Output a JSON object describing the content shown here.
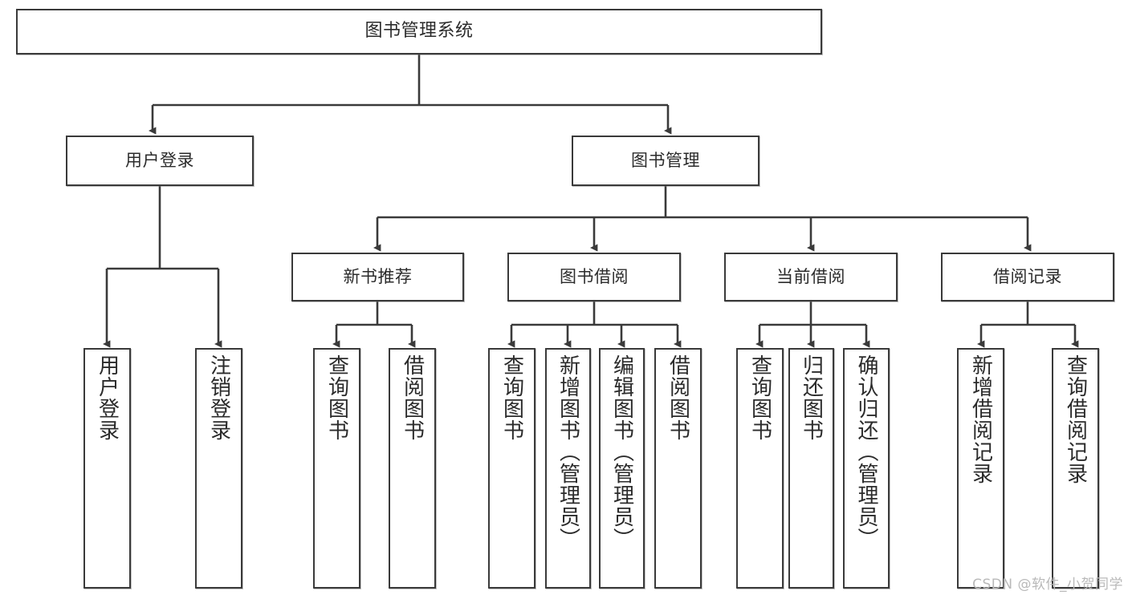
{
  "diagram": {
    "type": "tree",
    "title": "图书管理系统",
    "orientation": "top-down",
    "colors": {
      "box_border": "#3a3a3a",
      "box_fill": "#ffffff",
      "connector": "#3a3a3a",
      "text": "#2b2b2b",
      "watermark": "#b9b9b9"
    },
    "nodes": {
      "root": {
        "label": "图书管理系统"
      },
      "level2": [
        {
          "id": "user-login",
          "label": "用户登录"
        },
        {
          "id": "book-manage",
          "label": "图书管理"
        }
      ],
      "level3": [
        {
          "id": "new-book-recommend",
          "label": "新书推荐"
        },
        {
          "id": "book-borrow",
          "label": "图书借阅"
        },
        {
          "id": "current-borrow",
          "label": "当前借阅"
        },
        {
          "id": "borrow-record",
          "label": "借阅记录"
        }
      ],
      "leaves": {
        "user-login": [
          {
            "id": "leaf-user-login",
            "label": "用户登录"
          },
          {
            "id": "leaf-user-logout",
            "label": "注销登录"
          }
        ],
        "new-book-recommend": [
          {
            "id": "leaf-query-book-1",
            "label": "查询图书"
          },
          {
            "id": "leaf-borrow-book-1",
            "label": "借阅图书"
          }
        ],
        "book-borrow": [
          {
            "id": "leaf-query-book-2",
            "label": "查询图书"
          },
          {
            "id": "leaf-add-book",
            "label": "新增图书（管理员）"
          },
          {
            "id": "leaf-edit-book",
            "label": "编辑图书（管理员）"
          },
          {
            "id": "leaf-borrow-book-2",
            "label": "借阅图书"
          }
        ],
        "current-borrow": [
          {
            "id": "leaf-query-book-3",
            "label": "查询图书"
          },
          {
            "id": "leaf-return-book",
            "label": "归还图书"
          },
          {
            "id": "leaf-confirm-return",
            "label": "确认归还（管理员）"
          }
        ],
        "borrow-record": [
          {
            "id": "leaf-add-record",
            "label": "新增借阅记录"
          },
          {
            "id": "leaf-query-record",
            "label": "查询借阅记录"
          }
        ]
      }
    }
  },
  "watermark": {
    "text": "CSDN @软件_小贺同学"
  }
}
